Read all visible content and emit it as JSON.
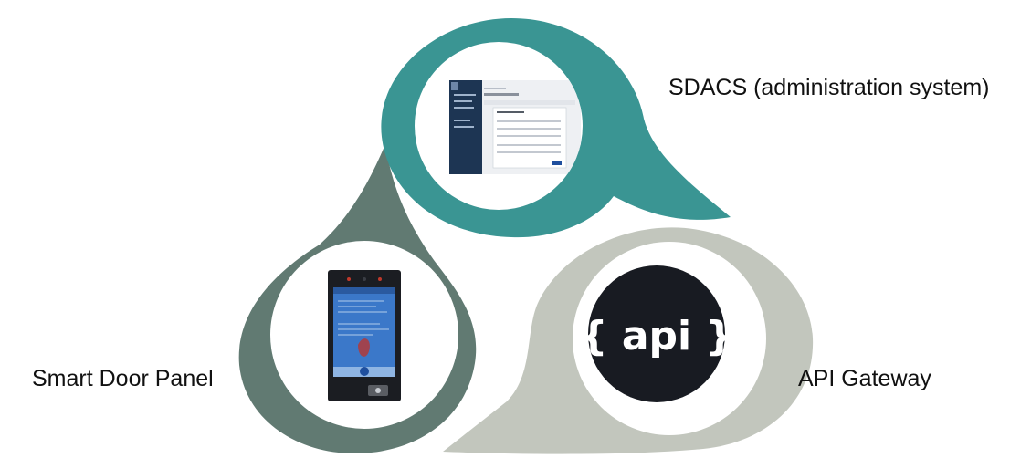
{
  "nodes": {
    "sdacs": {
      "label": "SDACS (administration system)",
      "color": "#3a9593",
      "thumb": "admin-app-screenshot"
    },
    "panel": {
      "label": "Smart Door Panel",
      "color": "#617a72",
      "thumb": "door-panel-device-photo"
    },
    "api": {
      "label": "API Gateway",
      "color": "#c2c6bd",
      "logo_text": "{ api }",
      "logo_bg": "#181b22"
    }
  }
}
